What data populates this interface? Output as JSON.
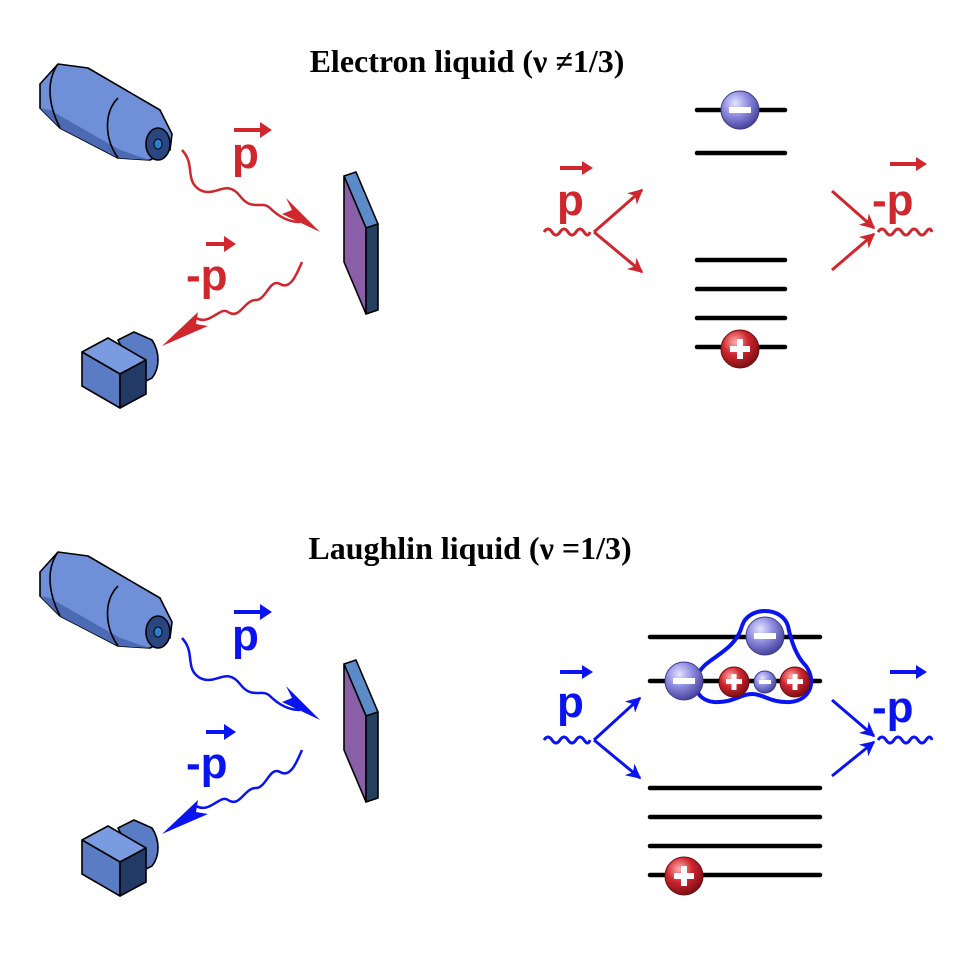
{
  "figure": {
    "panels": [
      {
        "id": "electron-liquid",
        "title": "Electron liquid (ν ≠1/3)",
        "color": "#d0262e",
        "incoming_label": "p⃗",
        "outgoing_label": "-p⃗",
        "left_label_in": "p",
        "left_label_out": "-p",
        "levels": 6,
        "particles": [
          {
            "type": "electron",
            "sign": "−",
            "level": 1
          },
          {
            "type": "hole",
            "sign": "+",
            "level": 6
          }
        ]
      },
      {
        "id": "laughlin-liquid",
        "title": "Laughlin liquid (ν =1/3)",
        "color": "#0a14f0",
        "incoming_label": "p",
        "outgoing_label": "-p",
        "levels": 6,
        "particles": [
          {
            "type": "electron",
            "sign": "−",
            "level": 1
          },
          {
            "type": "electron",
            "sign": "−",
            "level": 2
          },
          {
            "type": "hole",
            "sign": "+",
            "level": 2
          },
          {
            "type": "electron-small",
            "sign": "−",
            "level": 2
          },
          {
            "type": "hole",
            "sign": "+",
            "level": 2
          },
          {
            "type": "hole",
            "sign": "+",
            "level": 6
          }
        ],
        "bound_cluster": "magnetoroton (enclosed group)"
      }
    ],
    "labels": {
      "p": "p",
      "minus_p": "-p",
      "minus_sign": "−",
      "plus_sign": "+"
    },
    "colors": {
      "device_light": "#7a9be0",
      "device_mid": "#5a7cc4",
      "device_dark": "#233a66",
      "sample_face": "#8a5fa8",
      "sample_edge": "#5b8bc8",
      "sample_side": "#24405f",
      "electron": "#7a78d6",
      "hole": "#c0242a"
    }
  }
}
